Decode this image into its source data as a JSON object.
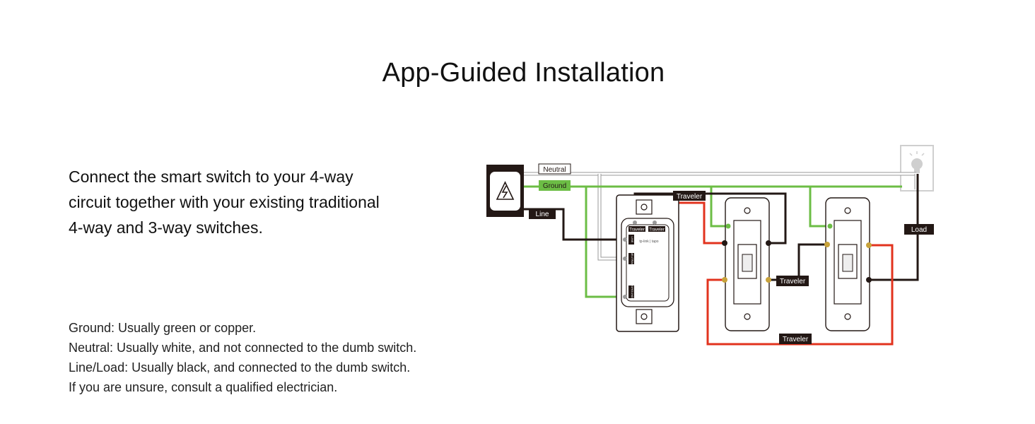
{
  "title": "App-Guided Installation",
  "intro": [
    "Connect the smart switch to your 4-way",
    "circuit together with your existing traditional",
    "4-way and 3-way switches."
  ],
  "notes": [
    "Ground: Usually green or copper.",
    "Neutral: Usually white, and not connected to the dumb switch.",
    "Line/Load: Usually black, and connected to the dumb switch.",
    "If you are unsure, consult a qualified electrician."
  ],
  "diagram": {
    "labels": {
      "neutral": "Neutral",
      "ground": "Ground",
      "line": "Line",
      "load": "Load",
      "traveler_top": "Traveler",
      "traveler_mid": "Traveler",
      "traveler_bottom": "Traveler",
      "smart_traveler_1": "Traveler",
      "smart_traveler_2": "Traveler",
      "smart_brand": "tp-link | tapo",
      "term_line": "LINE",
      "term_neutral": "NEUTRAL",
      "term_ground": "GROUND"
    },
    "colors": {
      "ground": "#6cbd45",
      "traveler": "#e2331e",
      "hot": "#231815",
      "neutral": "#d9d9d9",
      "brass": "#c8a23a"
    },
    "icons": {
      "power_source": "high-voltage-icon",
      "fixture": "light-bulb-icon"
    }
  }
}
